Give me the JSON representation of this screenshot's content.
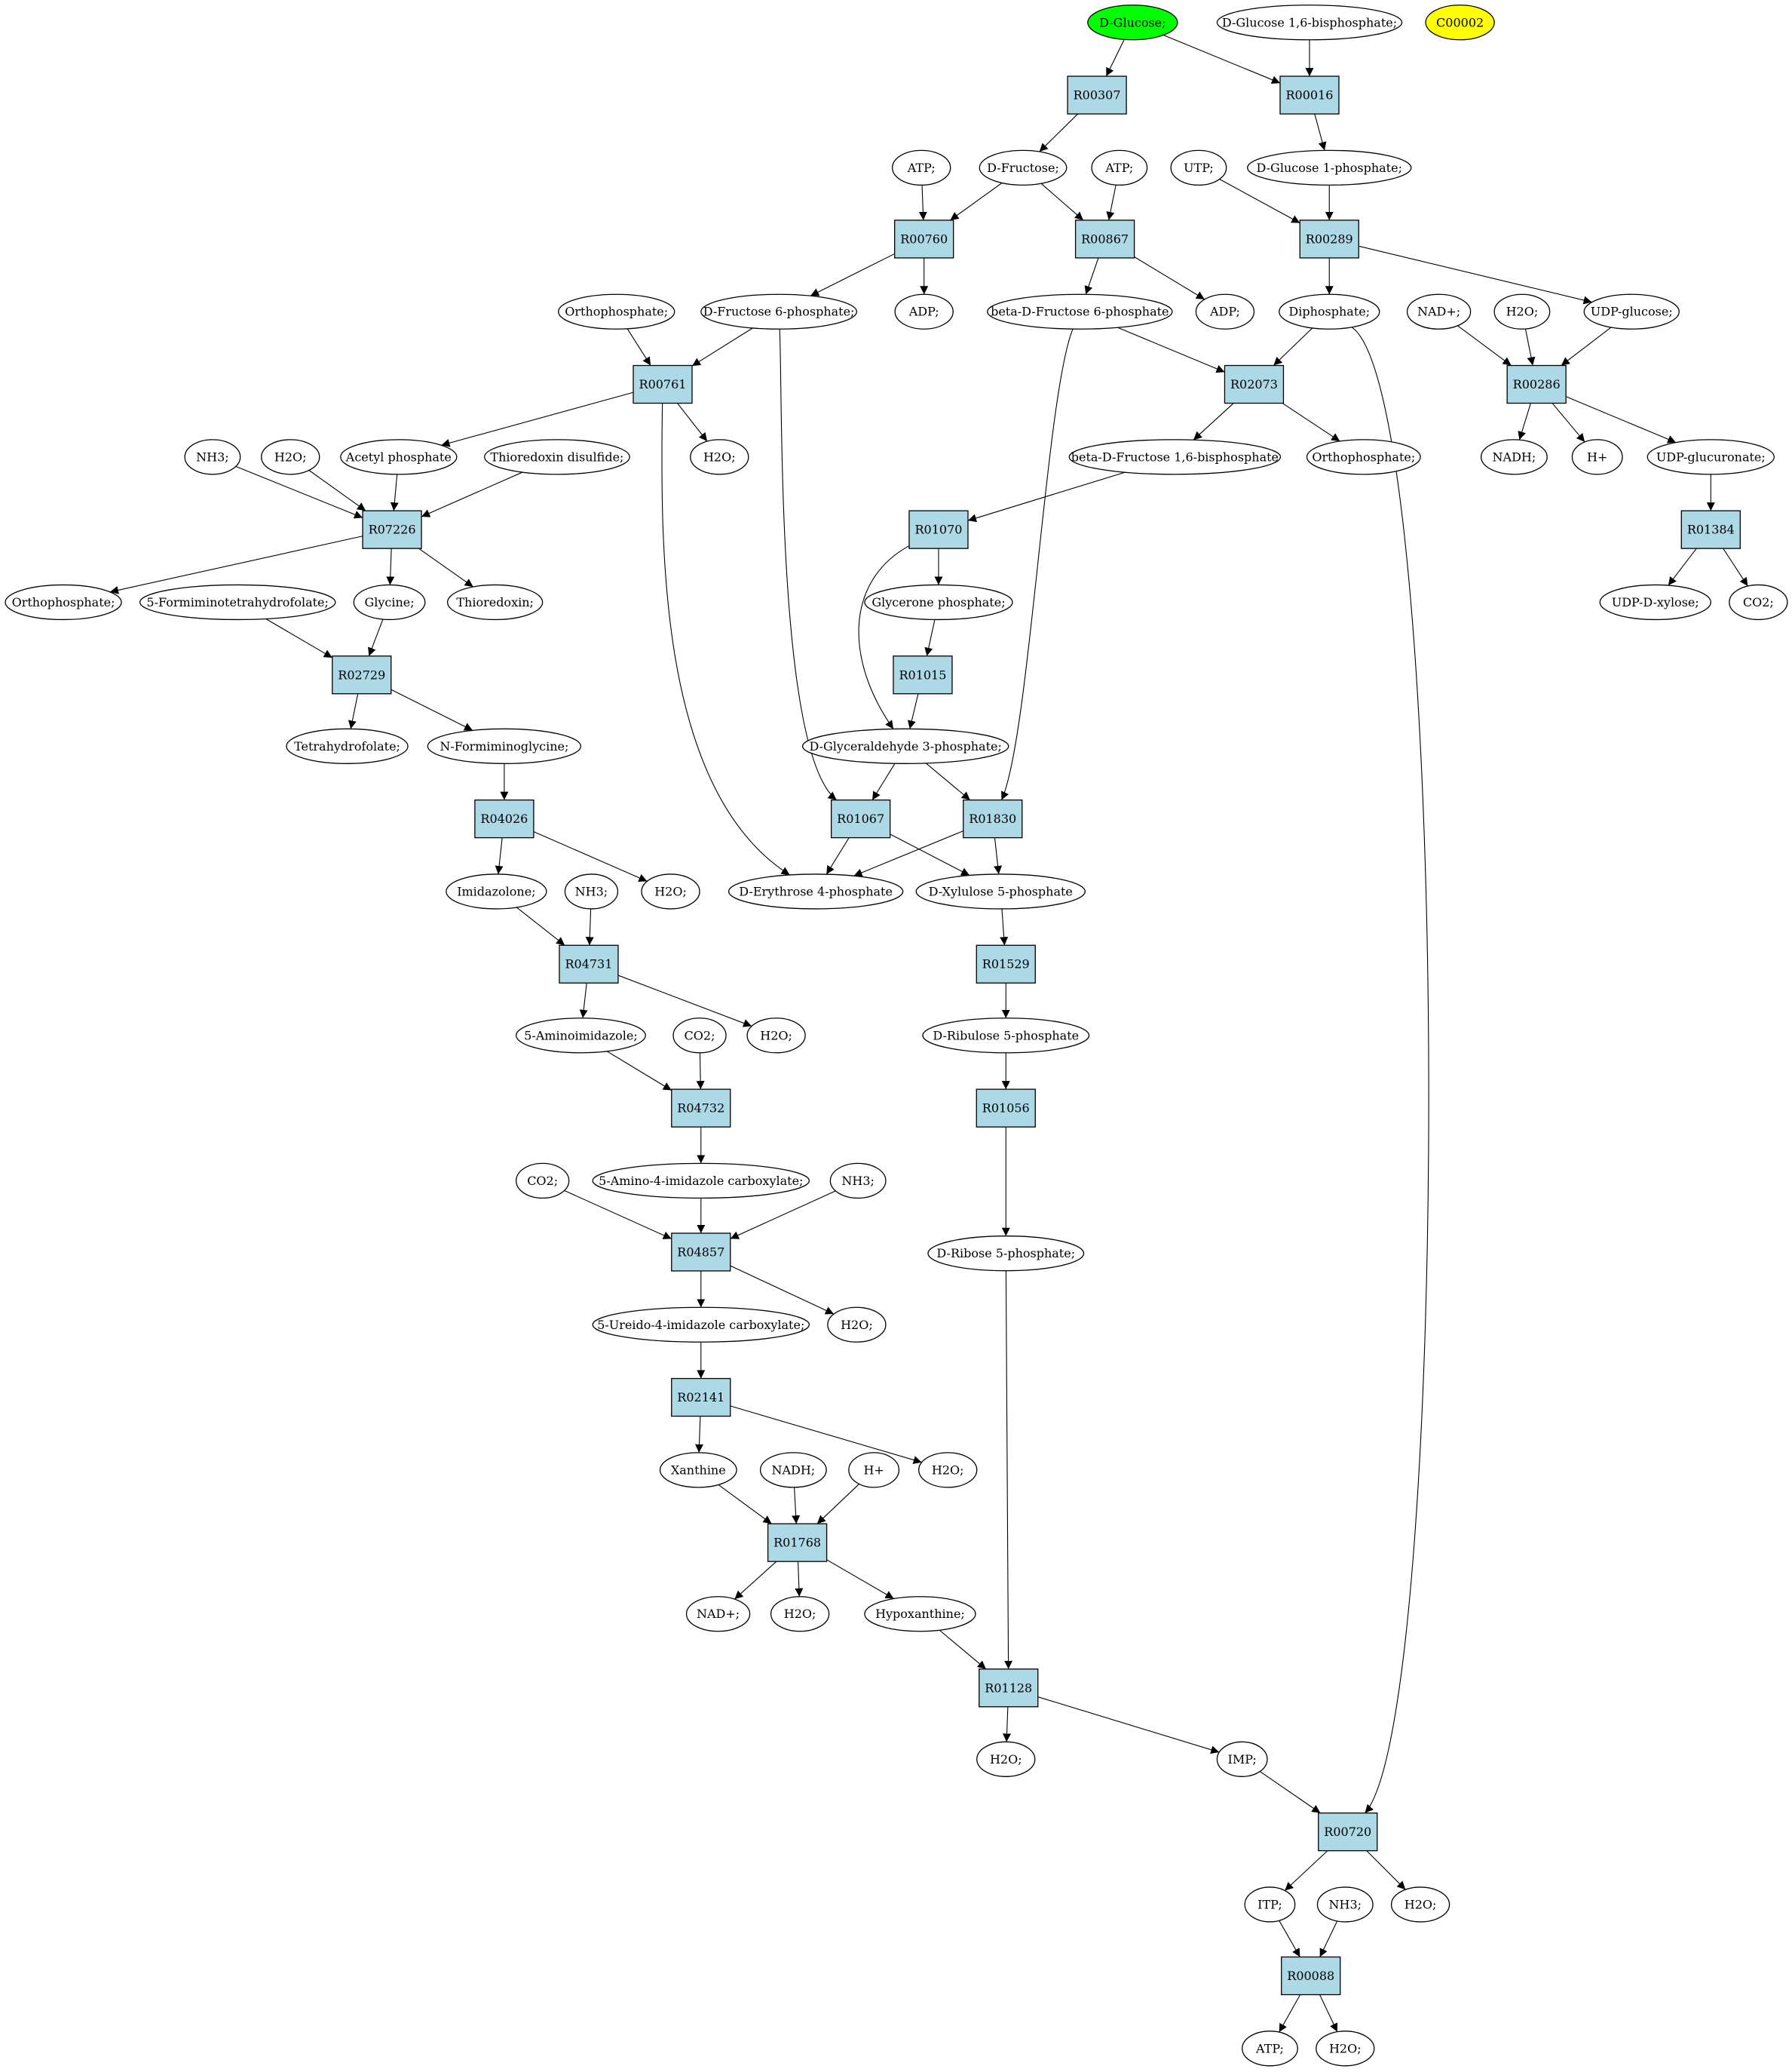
{
  "colors": {
    "reaction_fill": "#add8e6",
    "highlight_start": "#00ff00",
    "highlight_query": "#ffff00",
    "compound_fill": "#ffffff",
    "stroke": "#000000"
  },
  "reactions": {
    "R00307": "R00307",
    "R00016": "R00016",
    "R00760": "R00760",
    "R00867": "R00867",
    "R00289": "R00289",
    "R00761": "R00761",
    "R02073": "R02073",
    "R00286": "R00286",
    "R07226": "R07226",
    "R01070": "R01070",
    "R01384": "R01384",
    "R02729": "R02729",
    "R01015": "R01015",
    "R04026": "R04026",
    "R01067": "R01067",
    "R01830": "R01830",
    "R04731": "R04731",
    "R01529": "R01529",
    "R04732": "R04732",
    "R01056": "R01056",
    "R04857": "R04857",
    "R02141": "R02141",
    "R01768": "R01768",
    "R01128": "R01128",
    "R00720": "R00720",
    "R00088": "R00088"
  },
  "compounds": {
    "glucose": "D-Glucose;",
    "glucose16bp": "D-Glucose 1,6-bisphosphate;",
    "c00002": "C00002",
    "atp1": "ATP;",
    "fructose": "D-Fructose;",
    "atp2": "ATP;",
    "utp": "UTP;",
    "glucose1p": "D-Glucose 1-phosphate;",
    "ortho1": "Orthophosphate;",
    "fructose6p": "D-Fructose 6-phosphate;",
    "adp1": "ADP;",
    "betaf6p": "beta-D-Fructose 6-phosphate",
    "adp2": "ADP;",
    "diphosphate": "Diphosphate;",
    "nadplus1": "NAD+;",
    "h2o_r286": "H2O;",
    "udpglucose": "UDP-glucose;",
    "nh3_1": "NH3;",
    "h2o_r7226": "H2O;",
    "acetylp": "Acetyl phosphate",
    "thioredoxin_ds": "Thioredoxin disulfide;",
    "h2o_r761": "H2O;",
    "betaf16bp": "beta-D-Fructose 1,6-bisphosphate",
    "ortho2": "Orthophosphate;",
    "nadh1": "NADH;",
    "hplus1": "H+",
    "udpglucuronate": "UDP-glucuronate;",
    "ortho3": "Orthophosphate;",
    "formiminothf": "5-Formiminotetrahydrofolate;",
    "glycine": "Glycine;",
    "thioredoxin": "Thioredoxin;",
    "glyceronep": "Glycerone phosphate;",
    "udpxylose": "UDP-D-xylose;",
    "co2_1": "CO2;",
    "thf": "Tetrahydrofolate;",
    "formiminoglycine": "N-Formiminoglycine;",
    "g3p": "D-Glyceraldehyde 3-phosphate;",
    "imidazolone": "Imidazolone;",
    "nh3_2": "NH3;",
    "h2o_r4026": "H2O;",
    "e4p": "D-Erythrose 4-phosphate",
    "xylulose5p": "D-Xylulose 5-phosphate",
    "aminoimidazole": "5-Aminoimidazole;",
    "co2_2": "CO2;",
    "h2o_r4731": "H2O;",
    "ribulose5p": "D-Ribulose 5-phosphate",
    "co2_3": "CO2;",
    "aminoimidcarb": "5-Amino-4-imidazole carboxylate;",
    "nh3_3": "NH3;",
    "ribose5p": "D-Ribose 5-phosphate;",
    "ureidoimidcarb": "5-Ureido-4-imidazole carboxylate;",
    "h2o_r4857": "H2O;",
    "xanthine": "Xanthine",
    "nadh2": "NADH;",
    "hplus2": "H+",
    "h2o_r2141": "H2O;",
    "nadplus2": "NAD+;",
    "h2o_r1768": "H2O;",
    "hypoxanthine": "Hypoxanthine;",
    "h2o_r1128": "H2O;",
    "imp": "IMP;",
    "itp": "ITP;",
    "nh3_4": "NH3;",
    "h2o_r720": "H2O;",
    "atp3": "ATP;",
    "h2o_r88": "H2O;"
  }
}
